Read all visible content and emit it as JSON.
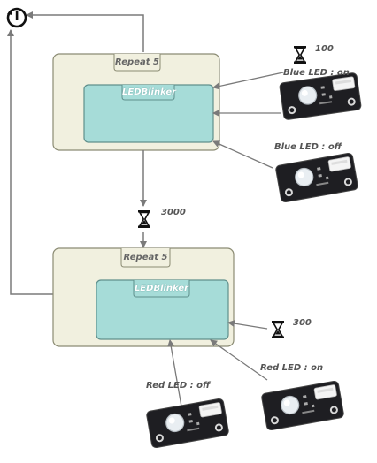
{
  "outer_loop": {
    "icon": "loop-power-icon"
  },
  "blocks": [
    {
      "repeat_label": "Repeat 5",
      "inner_label": "LEDBlinker"
    },
    {
      "repeat_label": "Repeat 5",
      "inner_label": "LEDBlinker"
    }
  ],
  "delays": [
    {
      "value": "100",
      "icon": "hourglass-icon"
    },
    {
      "value": "3000",
      "icon": "hourglass-icon"
    },
    {
      "value": "300",
      "icon": "hourglass-icon"
    }
  ],
  "leds": [
    {
      "label": "Blue LED : on",
      "icon": "led-module-icon"
    },
    {
      "label": "Blue LED : off",
      "icon": "led-module-icon"
    },
    {
      "label": "Red LED : off",
      "icon": "led-module-icon"
    },
    {
      "label": "Red LED : on",
      "icon": "led-module-icon"
    }
  ],
  "colors": {
    "block_fill": "#f1f0df",
    "block_border": "#8b8b73",
    "inner_fill": "#a6dcd8",
    "inner_border": "#5f8f8c",
    "arrow": "#7a7a7a",
    "led_board": "#1e1e22"
  }
}
